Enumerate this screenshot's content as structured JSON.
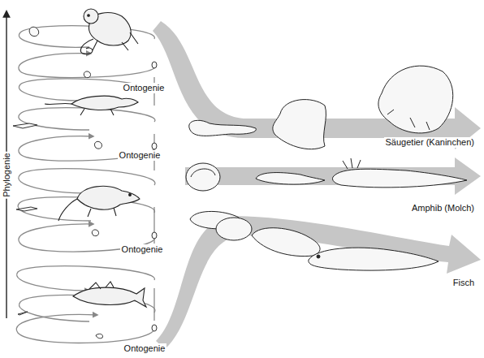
{
  "diagram": {
    "labels": [
      "Phylogenie",
      "Ontogenie",
      "Ontogenie",
      "Ontogenie",
      "Ontogenie",
      "Säugetier (Kaninchen)",
      "Amphib (Molch)",
      "Fisch"
    ]
  }
}
